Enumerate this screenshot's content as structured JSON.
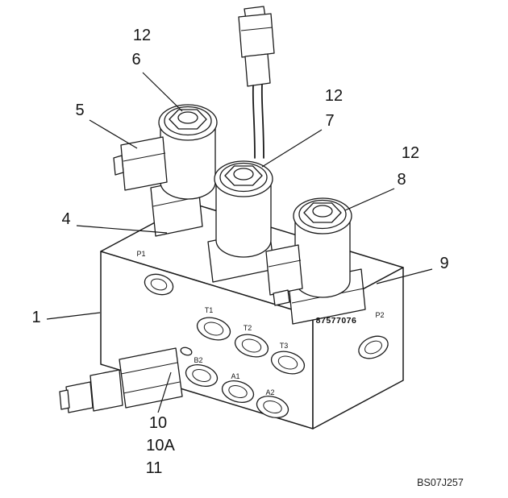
{
  "figure": {
    "stamped_part_number": "87577076",
    "drawing_code": "BS07J257",
    "line_color": "#1a1a1a",
    "background_color": "#ffffff"
  },
  "callouts": {
    "c12_top": "12",
    "c6": "6",
    "c5": "5",
    "c12_mid": "12",
    "c7": "7",
    "c12_right": "12",
    "c8": "8",
    "c4": "4",
    "c9": "9",
    "c1": "1",
    "c10": "10",
    "c10a": "10A",
    "c11": "11"
  },
  "ports": {
    "p1": "P1",
    "t1": "T1",
    "t2": "T2",
    "t3": "T3",
    "b2": "B2",
    "a1": "A1",
    "a2": "A2",
    "p2": "P2"
  }
}
